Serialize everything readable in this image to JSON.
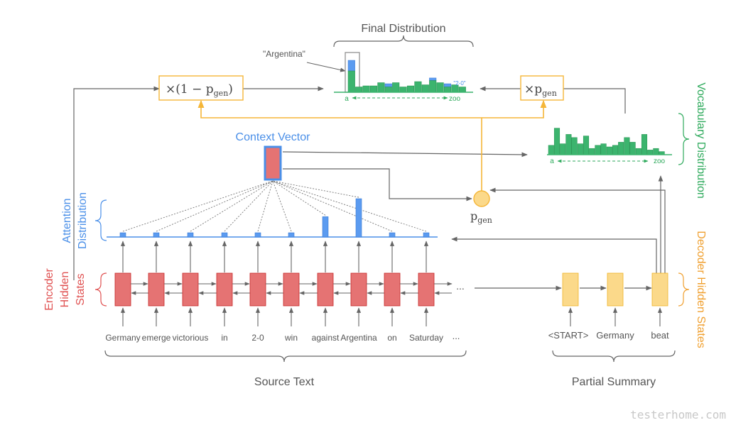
{
  "title_final": "Final Distribution",
  "argentina_label": "\"Argentina\"",
  "twozero_label": "\"2-0\"",
  "axis_a": "a",
  "axis_zoo": "zoo",
  "mult_left": "×(1 − p",
  "mult_left_sub": "gen",
  "mult_left_close": ")",
  "mult_right": "×p",
  "mult_right_sub": "gen",
  "pgen": "p",
  "pgen_sub": "gen",
  "context_vector": "Context Vector",
  "attention_label": [
    "Attention",
    "Distribution"
  ],
  "encoder_label": [
    "Encoder",
    "Hidden",
    "States"
  ],
  "vocab_label": "Vocabulary Distribution",
  "decoder_label": "Decoder Hidden States",
  "source_words": [
    "Germany",
    "emerge",
    "victorious",
    "in",
    "2-0",
    "win",
    "against",
    "Argentina",
    "on",
    "Saturday"
  ],
  "source_ellipsis": "...",
  "encoder_ellipsis": "...",
  "summary_words": [
    "<START>",
    "Germany",
    "beat"
  ],
  "source_text": "Source Text",
  "partial_summary": "Partial Summary",
  "watermark": "testerhome.com",
  "attention_weights": [
    0.1,
    0.06,
    0.06,
    0.1,
    0.1,
    0.09,
    0.53,
    1.0,
    0.06,
    0.06
  ],
  "vocab_dist": [
    0.3,
    0.85,
    0.35,
    0.65,
    0.55,
    0.35,
    0.6,
    0.2,
    0.3,
    0.35,
    0.25,
    0.3,
    0.4,
    0.55,
    0.4,
    0.2,
    0.65,
    0.15,
    0.2,
    0.1
  ],
  "final_green": [
    1.0,
    0.25,
    0.3,
    0.3,
    0.45,
    0.25,
    0.45,
    0.25,
    0.3,
    0.5,
    0.35,
    0.55,
    0.45,
    0.25,
    0.35,
    0.25
  ],
  "final_blue_extra": [
    0.5,
    0,
    0,
    0,
    0,
    0.15,
    0,
    0,
    0,
    0,
    0,
    0.12,
    0,
    0.15,
    0,
    0
  ],
  "colors": {
    "encoder": "#e57373",
    "encoder_stroke": "#c62828",
    "decoder": "#fbd98a",
    "decoder_stroke": "#f0b429",
    "attention": "#5b9bf0",
    "vocab": "#3cb46e",
    "orange": "#f5b638",
    "line": "#666666",
    "red_text": "#e05252",
    "blue_text": "#4a8fe8",
    "green_text": "#2eaa5c",
    "orange_text": "#f0a030"
  }
}
